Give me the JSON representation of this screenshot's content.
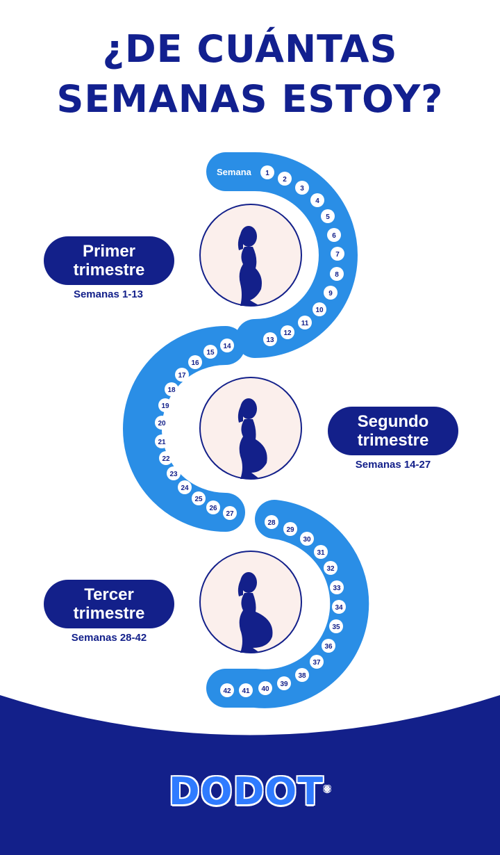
{
  "title": {
    "line1": "¿DE CUÁNTAS",
    "line2": "SEMANAS ESTOY?"
  },
  "week_label": "Semana",
  "trimesters": [
    {
      "name": "Primer trimestre",
      "range": "Semanas 1-13",
      "weeks": [
        1,
        2,
        3,
        4,
        5,
        6,
        7,
        8,
        9,
        10,
        11,
        12,
        13
      ]
    },
    {
      "name": "Segundo trimestre",
      "range": "Semanas 14-27",
      "weeks": [
        14,
        15,
        16,
        17,
        18,
        19,
        20,
        21,
        22,
        23,
        24,
        25,
        26,
        27
      ]
    },
    {
      "name": "Tercer trimestre",
      "range": "Semanas 28-42",
      "weeks": [
        28,
        29,
        30,
        31,
        32,
        33,
        34,
        35,
        36,
        37,
        38,
        39,
        40,
        41,
        42
      ]
    }
  ],
  "brand": {
    "name": "DODOT",
    "mark": "®"
  },
  "colors": {
    "navy": "#13208a",
    "blue": "#2a8ee6",
    "skin": "#fbefec",
    "white": "#ffffff"
  }
}
